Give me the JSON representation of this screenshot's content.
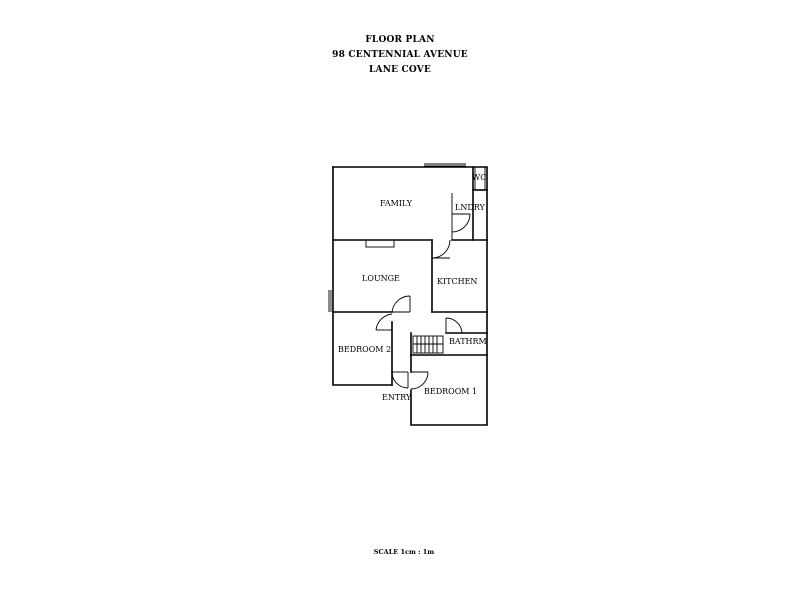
{
  "title": {
    "line1": "FLOOR PLAN",
    "line2": "98 CENTENNIAL AVENUE",
    "line3": "LANE COVE"
  },
  "rooms": {
    "family": "FAMILY",
    "wc": "WC",
    "laundry": "LNDRY",
    "lounge": "LOUNGE",
    "kitchen": "KITCHEN",
    "bedroom2": "BEDROOM 2",
    "bathroom": "BATHRM",
    "entry": "ENTRY",
    "bedroom1": "BEDROOM 1"
  },
  "scale": "SCALE 1cm : 1m"
}
